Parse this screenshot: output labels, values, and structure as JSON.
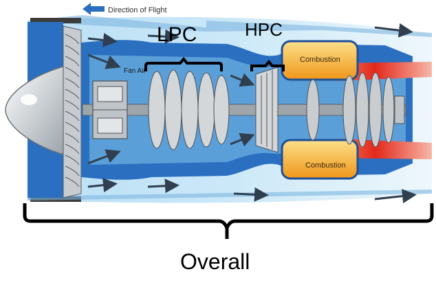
{
  "diagram": {
    "direction_label": "Direction of Flight",
    "fan_label": "Fan Air",
    "lpc_label": "LPC",
    "hpc_label": "HPC",
    "combustion_top_label": "Combustion",
    "combustion_bottom_label": "Combustion",
    "overall_label": "Overall"
  },
  "colors": {
    "sky": "#d4ecf8",
    "bypass": "#a9d6f2",
    "core_blue": "#2a6fc0",
    "dark_blue": "#1d4f97",
    "casing": "#3c3c3c",
    "metal": "#bfc4c8",
    "combustor": "#f2a51c",
    "combustor_light": "#fce08a",
    "hot": "#e3281c",
    "brace": "#000000"
  }
}
